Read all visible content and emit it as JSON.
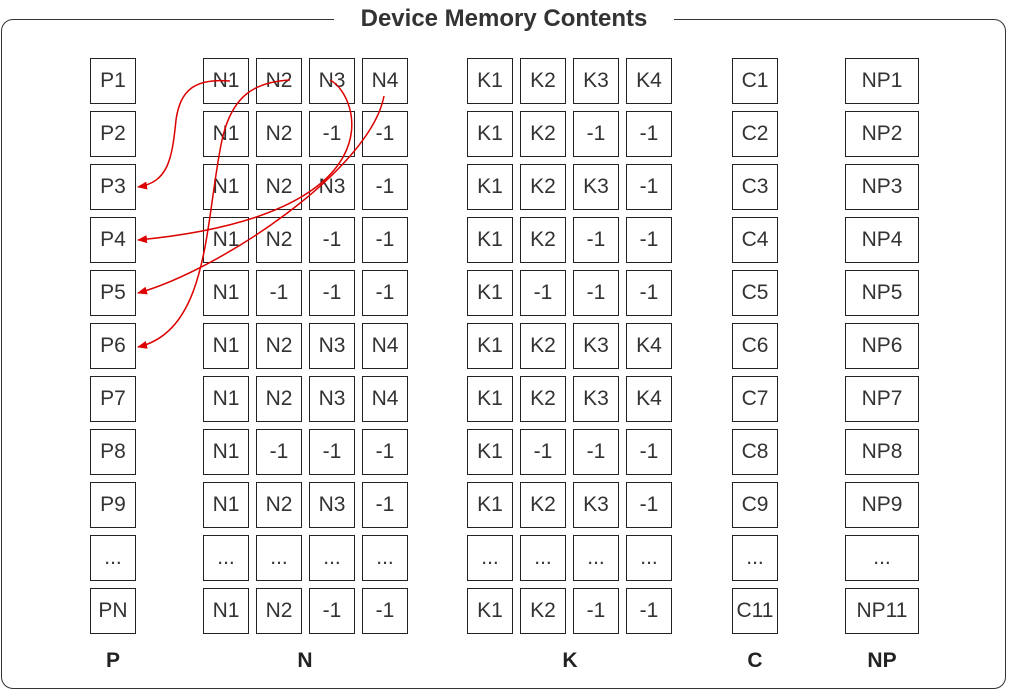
{
  "title": "Device Memory Contents",
  "columns": {
    "P": {
      "label": "P",
      "rows": [
        [
          "P1"
        ],
        [
          "P2"
        ],
        [
          "P3"
        ],
        [
          "P4"
        ],
        [
          "P5"
        ],
        [
          "P6"
        ],
        [
          "P7"
        ],
        [
          "P8"
        ],
        [
          "P9"
        ],
        [
          "..."
        ],
        [
          "PN"
        ]
      ]
    },
    "N": {
      "label": "N",
      "rows": [
        [
          "N1",
          "N2",
          "N3",
          "N4"
        ],
        [
          "N1",
          "N2",
          "-1",
          "-1"
        ],
        [
          "N1",
          "N2",
          "N3",
          "-1"
        ],
        [
          "N1",
          "N2",
          "-1",
          "-1"
        ],
        [
          "N1",
          "-1",
          "-1",
          "-1"
        ],
        [
          "N1",
          "N2",
          "N3",
          "N4"
        ],
        [
          "N1",
          "N2",
          "N3",
          "N4"
        ],
        [
          "N1",
          "-1",
          "-1",
          "-1"
        ],
        [
          "N1",
          "N2",
          "N3",
          "-1"
        ],
        [
          "...",
          "...",
          "...",
          "..."
        ],
        [
          "N1",
          "N2",
          "-1",
          "-1"
        ]
      ]
    },
    "K": {
      "label": "K",
      "rows": [
        [
          "K1",
          "K2",
          "K3",
          "K4"
        ],
        [
          "K1",
          "K2",
          "-1",
          "-1"
        ],
        [
          "K1",
          "K2",
          "K3",
          "-1"
        ],
        [
          "K1",
          "K2",
          "-1",
          "-1"
        ],
        [
          "K1",
          "-1",
          "-1",
          "-1"
        ],
        [
          "K1",
          "K2",
          "K3",
          "K4"
        ],
        [
          "K1",
          "K2",
          "K3",
          "K4"
        ],
        [
          "K1",
          "-1",
          "-1",
          "-1"
        ],
        [
          "K1",
          "K2",
          "K3",
          "-1"
        ],
        [
          "...",
          "...",
          "...",
          "..."
        ],
        [
          "K1",
          "K2",
          "-1",
          "-1"
        ]
      ]
    },
    "C": {
      "label": "C",
      "rows": [
        [
          "C1"
        ],
        [
          "C2"
        ],
        [
          "C3"
        ],
        [
          "C4"
        ],
        [
          "C5"
        ],
        [
          "C6"
        ],
        [
          "C7"
        ],
        [
          "C8"
        ],
        [
          "C9"
        ],
        [
          "..."
        ],
        [
          "C11"
        ]
      ]
    },
    "NP": {
      "label": "NP",
      "rows": [
        [
          "NP1"
        ],
        [
          "NP2"
        ],
        [
          "NP3"
        ],
        [
          "NP4"
        ],
        [
          "NP5"
        ],
        [
          "NP6"
        ],
        [
          "NP7"
        ],
        [
          "NP8"
        ],
        [
          "NP9"
        ],
        [
          "..."
        ],
        [
          "NP11"
        ]
      ]
    }
  },
  "arrows": [
    {
      "from": "N1",
      "to": "P3"
    },
    {
      "from": "N2",
      "to": "P6"
    },
    {
      "from": "N3",
      "to": "P4"
    },
    {
      "from": "N4",
      "to": "P5"
    }
  ],
  "colors": {
    "arrow": "#dd0000",
    "border": "#222222"
  }
}
